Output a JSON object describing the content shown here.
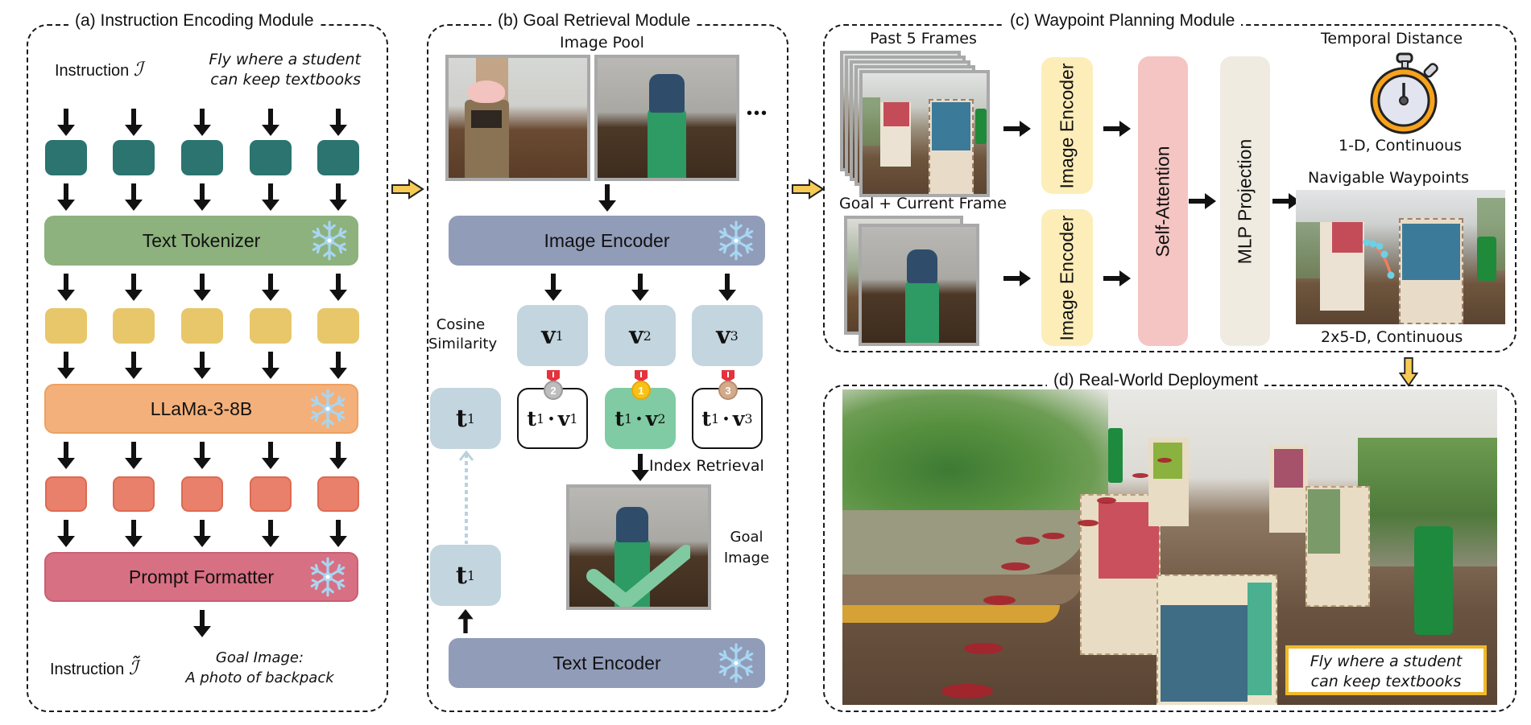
{
  "panels": {
    "a": {
      "title": "(a) Instruction Encoding Module",
      "instruction_label": "Instruction",
      "instruction_symbol": "ℐ",
      "instruction_text_line1": "Fly where a student",
      "instruction_text_line2": "can keep textbooks",
      "stages": [
        {
          "label": "Text Tokenizer",
          "frozen": true,
          "color": "#8db27d"
        },
        {
          "label": "LLaMa-3-8B",
          "frozen": true,
          "color": "#f4b07a"
        },
        {
          "label": "Prompt Formatter",
          "frozen": true,
          "color": "#d87083"
        }
      ],
      "token_colors": [
        "#2b7470",
        "#e8c76a",
        "#e8806c"
      ],
      "tokens_per_row": 5,
      "output_label": "Instruction",
      "output_symbol": "ℐ̃",
      "output_text_line1": "Goal Image:",
      "output_text_line2": "A photo of backpack"
    },
    "b": {
      "title": "(b) Goal Retrieval Module",
      "image_pool_label": "Image Pool",
      "pool_images": [
        "pig-on-trash-bin-photo",
        "backpack-on-green-bin-photo"
      ],
      "ellipsis": "•••",
      "image_encoder_label": "Image Encoder",
      "cosine_label_line1": "Cosine",
      "cosine_label_line2": "Similarity",
      "vectors": [
        {
          "sym": "v",
          "sub": "1"
        },
        {
          "sym": "v",
          "sub": "2"
        },
        {
          "sym": "v",
          "sub": "3"
        }
      ],
      "text_vec": {
        "sym": "t",
        "sub": "1"
      },
      "similarities": [
        {
          "label_t": "t",
          "sub_t": "1",
          "label_v": "v",
          "sub_v": "1",
          "rank": "2",
          "medal": "silver",
          "selected": false
        },
        {
          "label_t": "t",
          "sub_t": "1",
          "label_v": "v",
          "sub_v": "2",
          "rank": "1",
          "medal": "gold",
          "selected": true
        },
        {
          "label_t": "t",
          "sub_t": "1",
          "label_v": "v",
          "sub_v": "3",
          "rank": "3",
          "medal": "bronze",
          "selected": false
        }
      ],
      "index_retrieval_label": "Index Retrieval",
      "goal_image_label_line1": "Goal",
      "goal_image_label_line2": "Image",
      "text_encoder_label": "Text Encoder"
    },
    "c": {
      "title": "(c) Waypoint Planning Module",
      "past_frames_label": "Past 5 Frames",
      "goal_current_label": "Goal + Current Frame",
      "image_encoder_label": "Image Encoder",
      "self_attention_label": "Self-Attention",
      "mlp_label": "MLP Projection",
      "temporal_distance_label": "Temporal Distance",
      "temporal_dim_label": "1-D, Continuous",
      "waypoints_label": "Navigable Waypoints",
      "waypoints_dim_label": "2x5-D, Continuous"
    },
    "d": {
      "title": "(d) Real-World Deployment",
      "caption_line1": "Fly where a student",
      "caption_line2": "can keep textbooks"
    }
  },
  "colors": {
    "teal": "#2b7470",
    "encoder_blue": "#919cb9",
    "vector_blue": "#c3d5de",
    "selected_green": "#80cba3",
    "yellow_encoder": "#fdeeb9",
    "attention_pink": "#f4c5c3",
    "mlp_beige": "#efebe1",
    "connector_yellow": "#f6cb55"
  }
}
